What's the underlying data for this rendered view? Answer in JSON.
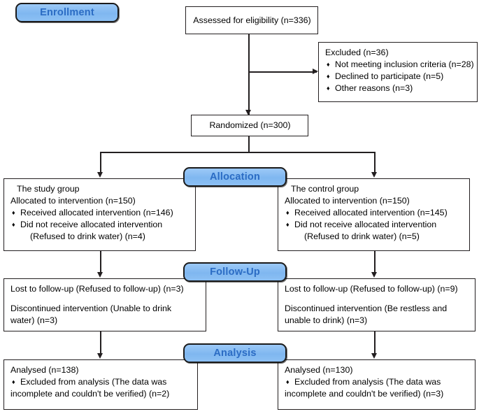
{
  "diagram": {
    "title": "CONSORT participant flow diagram",
    "colors": {
      "pill_fill": "#8cc0f4",
      "pill_text": "#2b6cc4",
      "line": "#231f20",
      "box_border": "#231f20",
      "background": "#ffffff"
    },
    "bullet_glyph": "♦"
  },
  "stages": {
    "enrollment": "Enrollment",
    "allocation": "Allocation",
    "followup": "Follow-Up",
    "analysis": "Analysis"
  },
  "boxes": {
    "assessed": {
      "lines": [
        "Assessed for eligibility (n=336)"
      ]
    },
    "excluded": {
      "heading": "Excluded  (n=36)",
      "bullets": [
        "Not meeting inclusion criteria (n=28)",
        "Declined to participate (n=5)",
        "Other reasons (n=3)"
      ]
    },
    "randomized": {
      "lines": [
        "Randomized (n=300)"
      ]
    },
    "alloc_left": {
      "group": "The study group",
      "allocated": "Allocated to intervention (n=150)",
      "bullet1": "Received allocated intervention (n=146)",
      "bullet2": "Did not receive allocated intervention",
      "bullet2_cont": "(Refused to drink water) (n=4)"
    },
    "alloc_right": {
      "group": "The control group",
      "allocated": "Allocated to intervention (n=150)",
      "bullet1": "Received allocated intervention (n=145)",
      "bullet2": "Did not receive allocated intervention",
      "bullet2_cont": "(Refused to drink water) (n=5)"
    },
    "follow_left": {
      "lost": "Lost to follow-up (Refused to follow-up) (n=3)",
      "disc_l1": "Discontinued intervention (Unable to drink",
      "disc_l2": "water) (n=3)"
    },
    "follow_right": {
      "lost": "Lost to follow-up (Refused to follow-up) (n=9)",
      "disc_l1": "Discontinued intervention (Be restless and",
      "disc_l2": "unable to drink) (n=3)"
    },
    "analysis_left": {
      "analysed": "Analysed  (n=138)",
      "excl_l1": "Excluded from analysis (The data was",
      "excl_l2": "incomplete and couldn't be verified) (n=2)"
    },
    "analysis_right": {
      "analysed": "Analysed  (n=130)",
      "excl_l1": "Excluded from analysis (The data was",
      "excl_l2": "incomplete and couldn't be verified) (n=3)"
    }
  }
}
